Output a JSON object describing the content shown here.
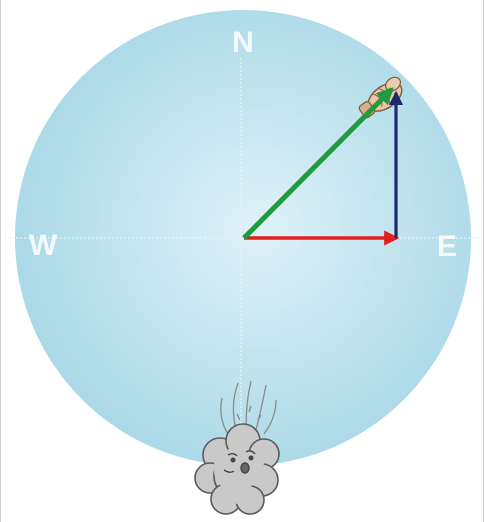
{
  "compass": {
    "north_label": "N",
    "west_label": "W",
    "east_label": "E"
  },
  "colors": {
    "disc_center": "#dff2f8",
    "disc_edge": "#a9d8e7",
    "crosshair": "#e9f4f8",
    "east_arrow": "#e41f1f",
    "north_arrow": "#1c2a6b",
    "resultant_arrow": "#1f9a3f",
    "cloud_fill": "#c9c9c9",
    "cloud_stroke": "#5a5a5a",
    "hand_fill": "#e9c7a6"
  },
  "icons": {
    "wind_source": "storm-cloud-face-icon",
    "hand": "pointing-hand-icon"
  }
}
